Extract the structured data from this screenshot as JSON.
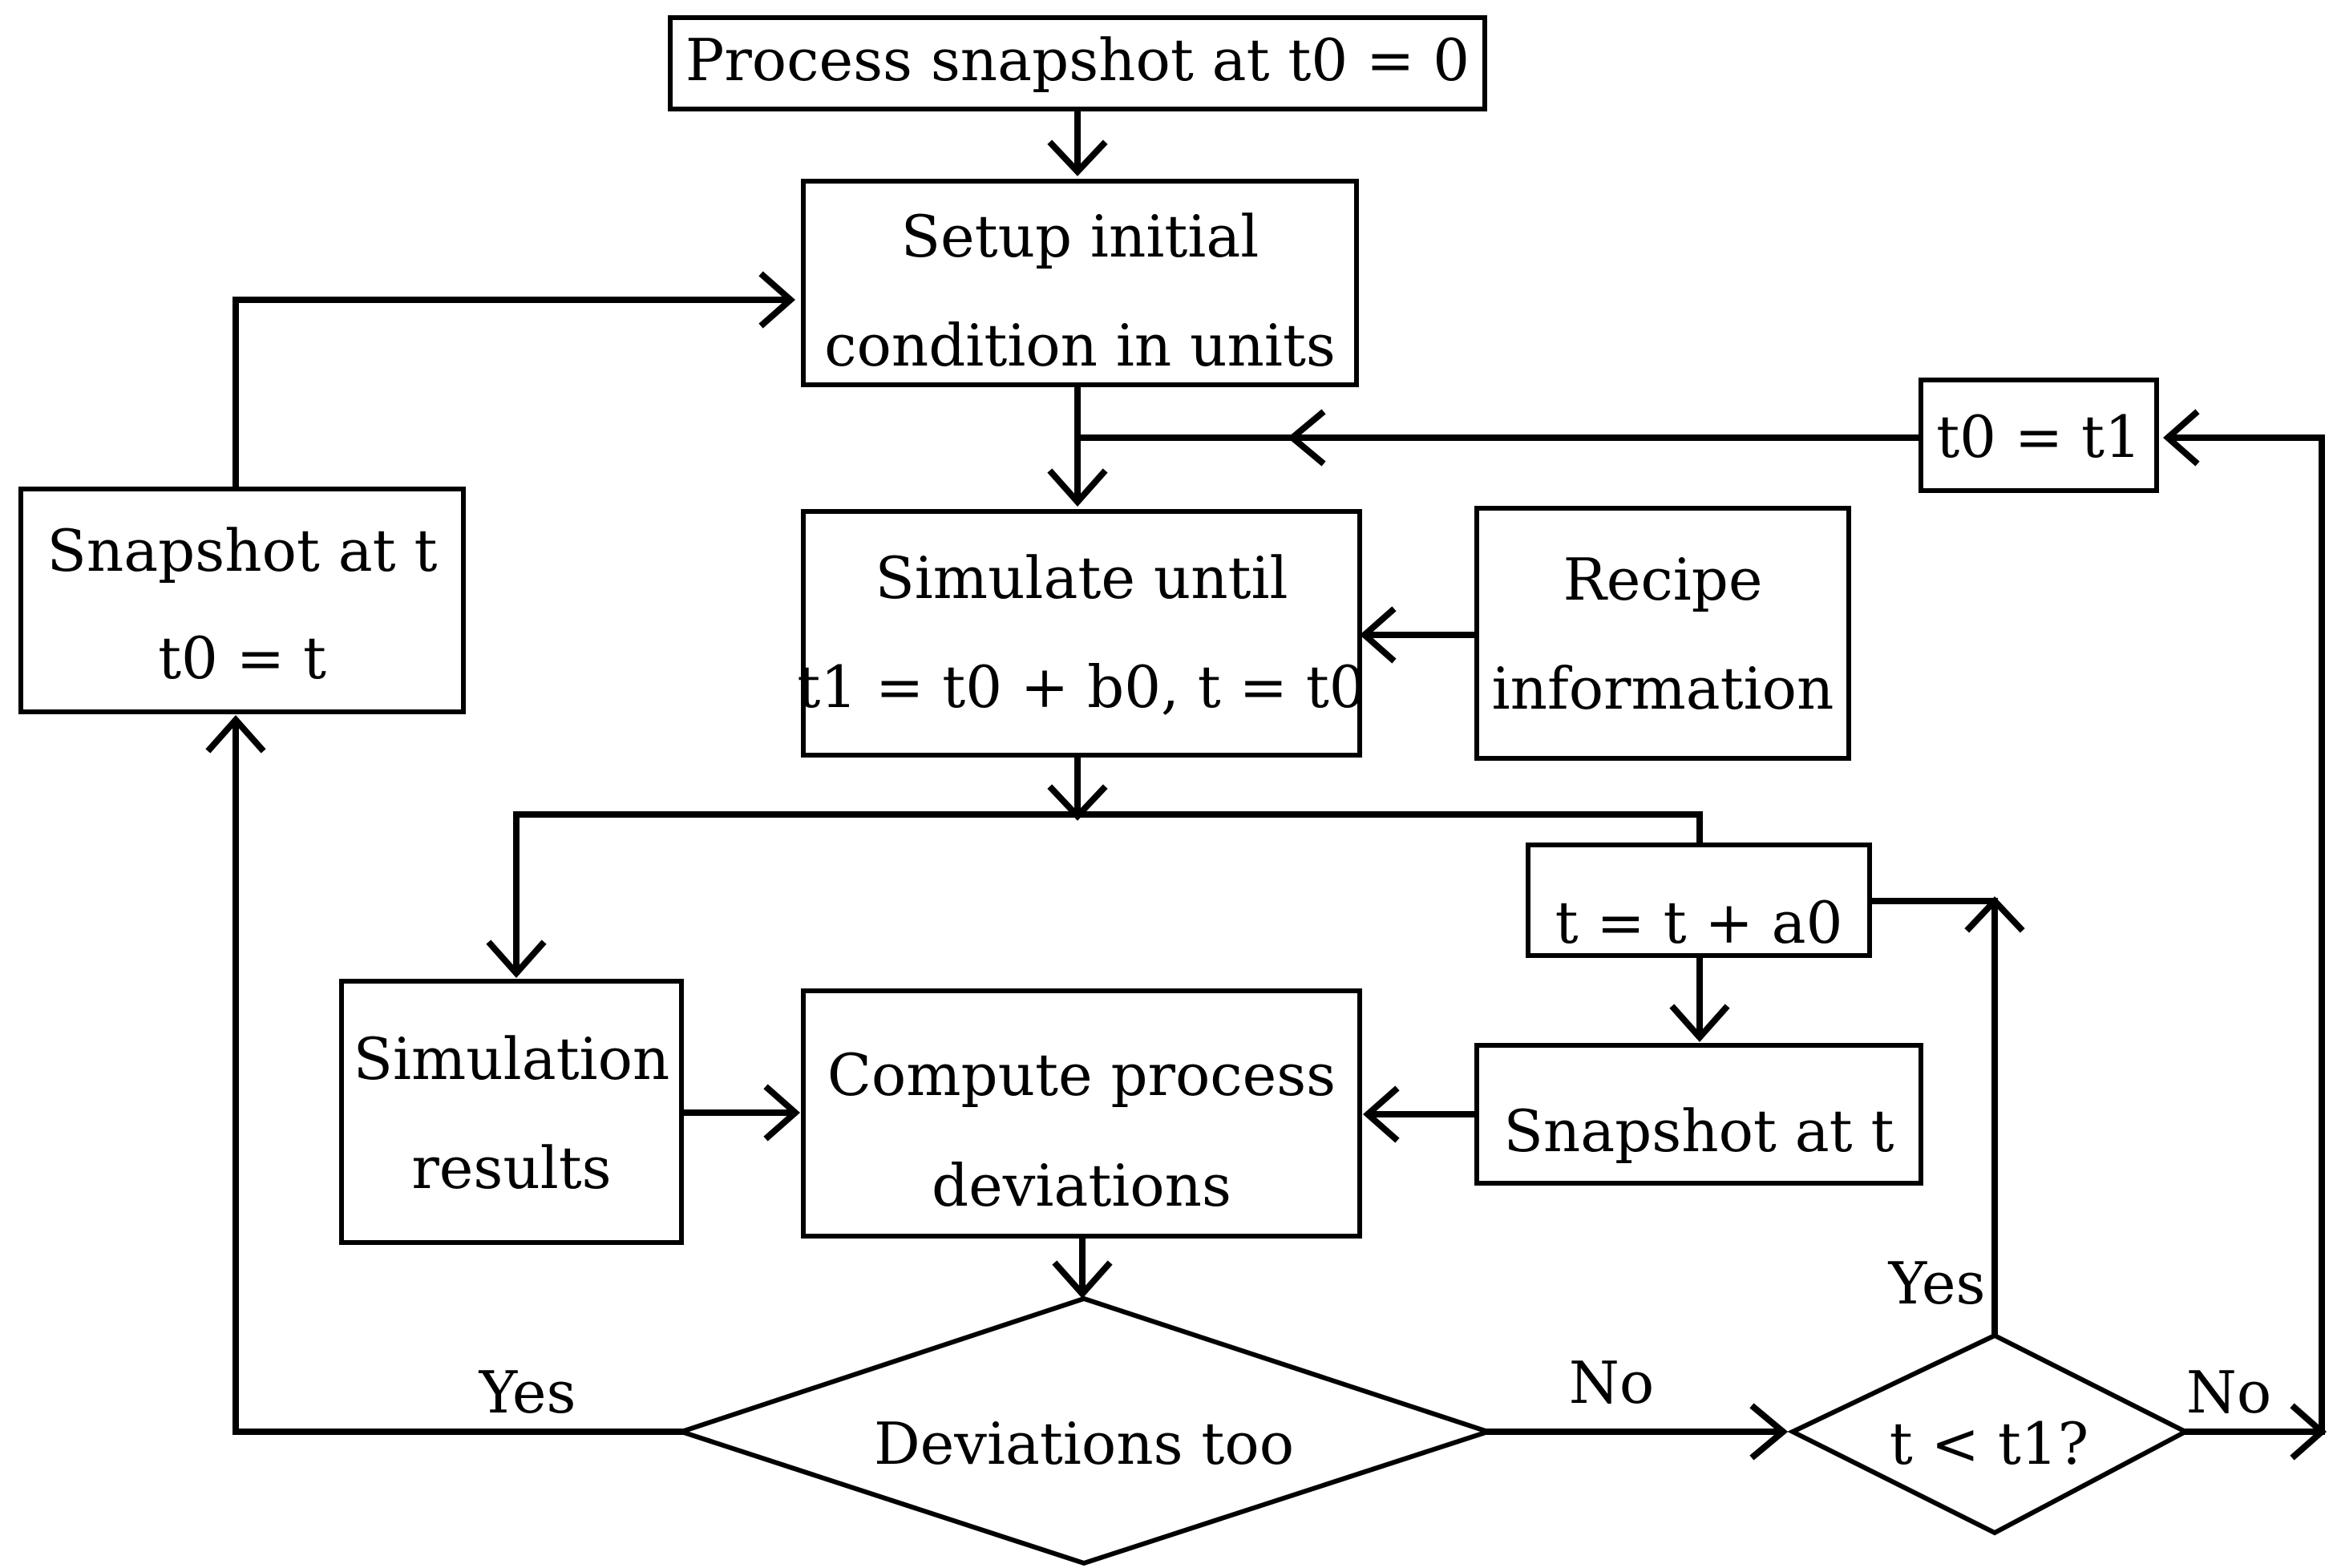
{
  "nodes": {
    "process_snapshot": [
      "Process snapshot at t0 = 0"
    ],
    "setup_initial": [
      "Setup initial",
      "condition in units"
    ],
    "simulate_until": [
      "Simulate until",
      "t1 = t0 + b0, t = t0"
    ],
    "recipe_info": [
      "Recipe",
      "information"
    ],
    "snapshot_t0": [
      "Snapshot at t",
      "t0 = t"
    ],
    "t0_eq_t1": [
      "t0 = t1"
    ],
    "t_plus_a0": [
      "t = t + a0"
    ],
    "simulation_results": [
      "Simulation",
      "results"
    ],
    "compute_deviations": [
      "Compute process",
      "deviations"
    ],
    "snapshot_at_t": [
      "Snapshot at t"
    ],
    "deviations_too": [
      "Deviations too"
    ],
    "t_less_t1": [
      "t < t1?"
    ]
  },
  "edge_labels": {
    "yes_left": "Yes",
    "no_middle": "No",
    "yes_right": "Yes",
    "no_right": "No"
  }
}
